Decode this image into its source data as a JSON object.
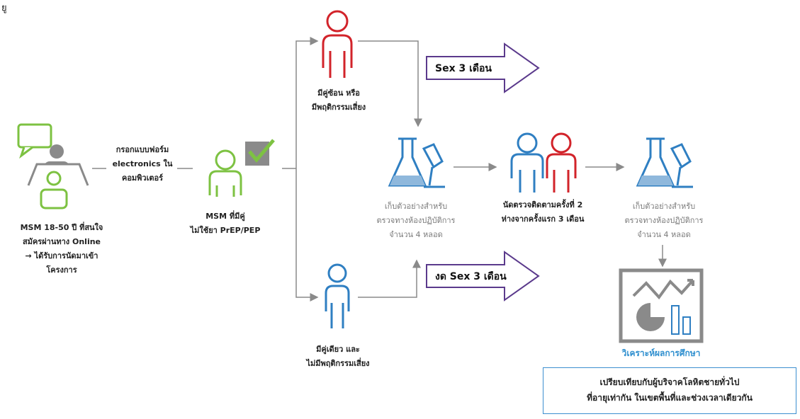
{
  "corner_mark": "ยู",
  "start": {
    "lines": [
      "MSM 18-50 ปี ที่สนใจ",
      "สมัครผ่านทาง Online",
      "→ ได้รับการนัดมาเข้า",
      "โครงการ"
    ]
  },
  "step_form": {
    "lines": [
      "กรอกแบบฟอร์ม",
      "electronics ใน",
      "คอมพิวเตอร์"
    ]
  },
  "eligible": {
    "lines": [
      "MSM ที่มีคู่",
      "ไม่ใช้ยา PrEP/PEP"
    ]
  },
  "risk_group": {
    "lines": [
      "มีคู่ซ้อน หรือ",
      "มีพฤติกรรมเสี่ยง"
    ]
  },
  "norisk_group": {
    "lines": [
      "มีคู่เดียว และ",
      "ไม่มีพฤติกรรมเสี่ยง"
    ]
  },
  "arrow_sex": {
    "label": "Sex 3 เดือน"
  },
  "arrow_nosex": {
    "label": "งด Sex 3 เดือน"
  },
  "lab1": {
    "lines": [
      "เก็บตัวอย่างสำหรับ",
      "ตรวจทางห้องปฏิบัติการ",
      "จำนวน 4 หลอด"
    ]
  },
  "followup": {
    "lines": [
      "นัดตรวจติดตามครั้งที่ 2",
      "ห่างจากครั้งแรก 3 เดือน"
    ]
  },
  "lab2": {
    "lines": [
      "เก็บตัวอย่างสำหรับ",
      "ตรวจทางห้องปฏิบัติการ",
      "จำนวน 4 หลอด"
    ]
  },
  "analysis": {
    "label": "วิเคราะห์ผลการศึกษา"
  },
  "compare": {
    "lines": [
      "เปรียบเทียบกับผู้บริจาคโลหิตชายทั่วไป",
      "ที่อายุเท่ากัน ในเขตพื้นที่และช่วงเวลาเดียวกัน"
    ]
  },
  "colors": {
    "green": "#7dc242",
    "red": "#d2232a",
    "blue": "#2f7fc2",
    "lightblue": "#8fb8dc",
    "gray": "#8a8a8a",
    "purple": "#5b3a8c"
  }
}
